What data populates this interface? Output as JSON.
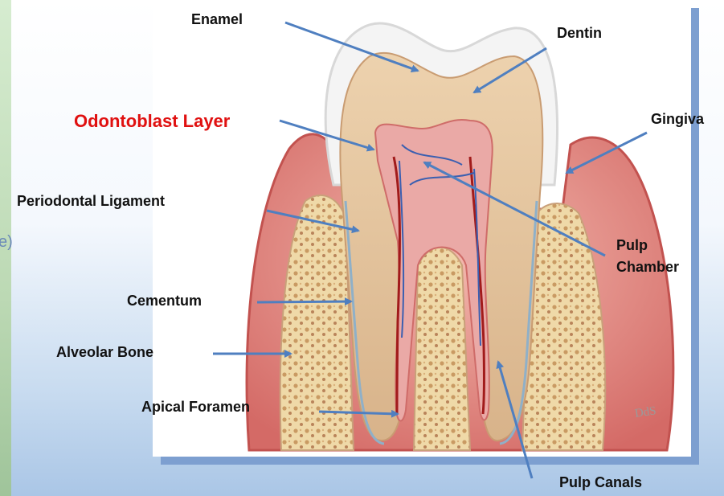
{
  "labels": {
    "enamel": "Enamel",
    "dentin": "Dentin",
    "odontoblast": "Odontoblast Layer",
    "gingiva": "Gingiva",
    "periodontal": "Periodontal Ligament",
    "pulp_chamber_1": "Pulp",
    "pulp_chamber_2": "Chamber",
    "cementum": "Cementum",
    "alveolar": "Alveolar Bone",
    "apical": "Apical Foramen",
    "pulp_canals": "Pulp Canals"
  },
  "partial_text": "e)",
  "watermark_text": "DdS",
  "colors": {
    "arrow": "#4f7fc0",
    "highlight_label": "#e01010",
    "enamel": "#f3f3f3",
    "dentin": "#e2c39a",
    "pulp": "#e9a7a4",
    "gum": "#d9736f",
    "bone": "#ecd8a8"
  }
}
